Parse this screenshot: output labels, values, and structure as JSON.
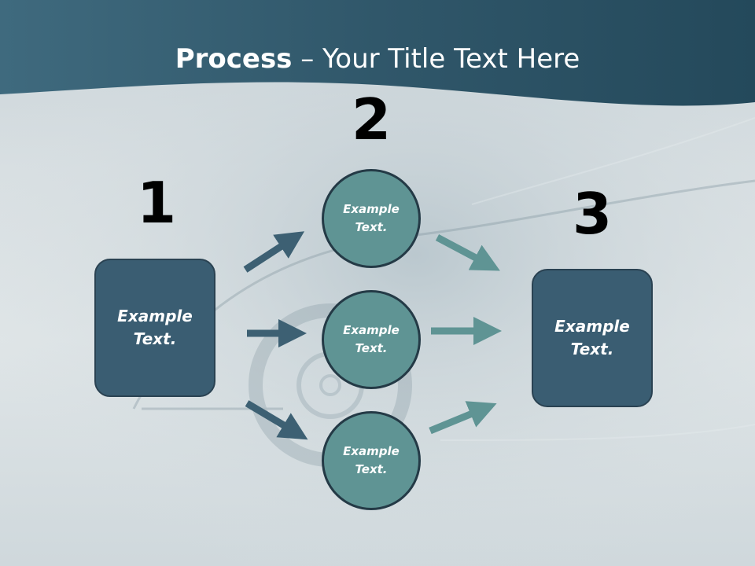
{
  "slide": {
    "title_bold": "Process",
    "title_rest": " – Your Title Text Here"
  },
  "steps": {
    "n1": "1",
    "n2": "2",
    "n3": "3"
  },
  "nodes": {
    "left_box": "Example Text.",
    "circle_top": "Example Text.",
    "circle_mid": "Example Text.",
    "circle_bottom": "Example Text.",
    "right_box": "Example Text."
  },
  "colors": {
    "header": "#2f5668",
    "box": "#3a5d72",
    "circle": "#5f9494",
    "arrow_left": "#3d6073",
    "arrow_right": "#5f9494"
  }
}
